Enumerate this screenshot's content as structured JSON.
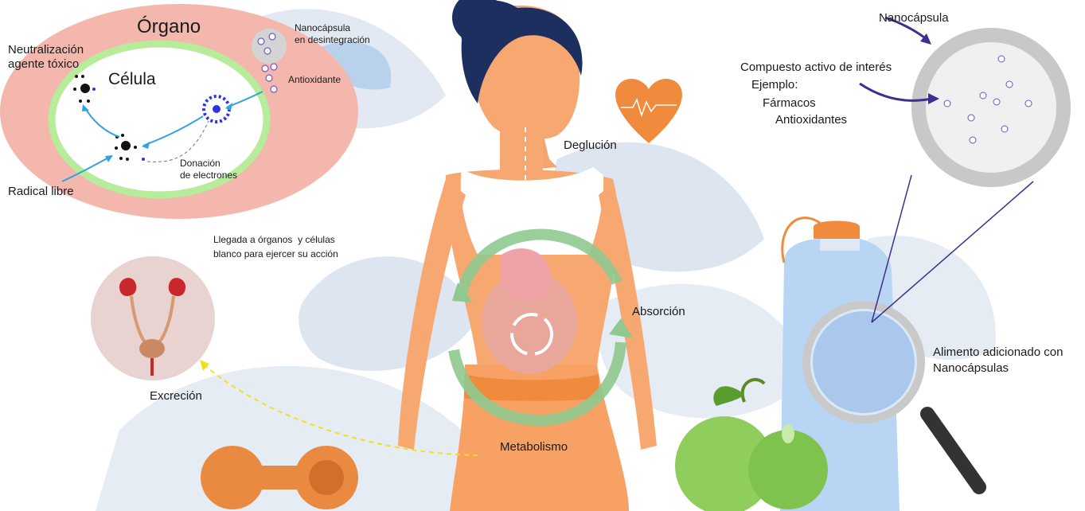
{
  "organ_panel": {
    "organ_label": "Órgano",
    "cell_label": "Célula",
    "neutralization_label": "Neutralización\nagente tóxico",
    "free_radical_label": "Radical libre",
    "nanocapsule_disintegration_label": "Nanocápsula\nen desintegración",
    "antioxidant_label": "Antioxidante",
    "electron_donation_label": "Donación\nde electrones"
  },
  "arrival_text": "Llegada a órganos  y células\nblanco para ejercer su acción",
  "excretion_label": "Excreción",
  "body_steps": {
    "swallowing": "Deglución",
    "absorption": "Absorción",
    "metabolism": "Metabolismo"
  },
  "nanocapsule_panel": {
    "title": "Nanocápsula",
    "compound_label": "Compuesto activo de interés",
    "example_label": "Ejemplo:",
    "drugs_label": "Fármacos",
    "antioxidants_label": "Antioxidantes"
  },
  "food_label": "Alimento adicionado con\nNanocápsulas",
  "colors": {
    "organ_fill": "#f3b7ad",
    "cell_border": "#b6ec9a",
    "cycle_green": "#8fc98f",
    "body_orange": "#f7a165",
    "hair": "#1d2f5e",
    "heart": "#f08a3c",
    "apple": "#8fce5d",
    "arrow_blue": "#2fa3e0",
    "dark_arrow": "#3d2f8f",
    "yellow_dash": "#f2e01a",
    "background_leaf": "#e2e9f3"
  }
}
